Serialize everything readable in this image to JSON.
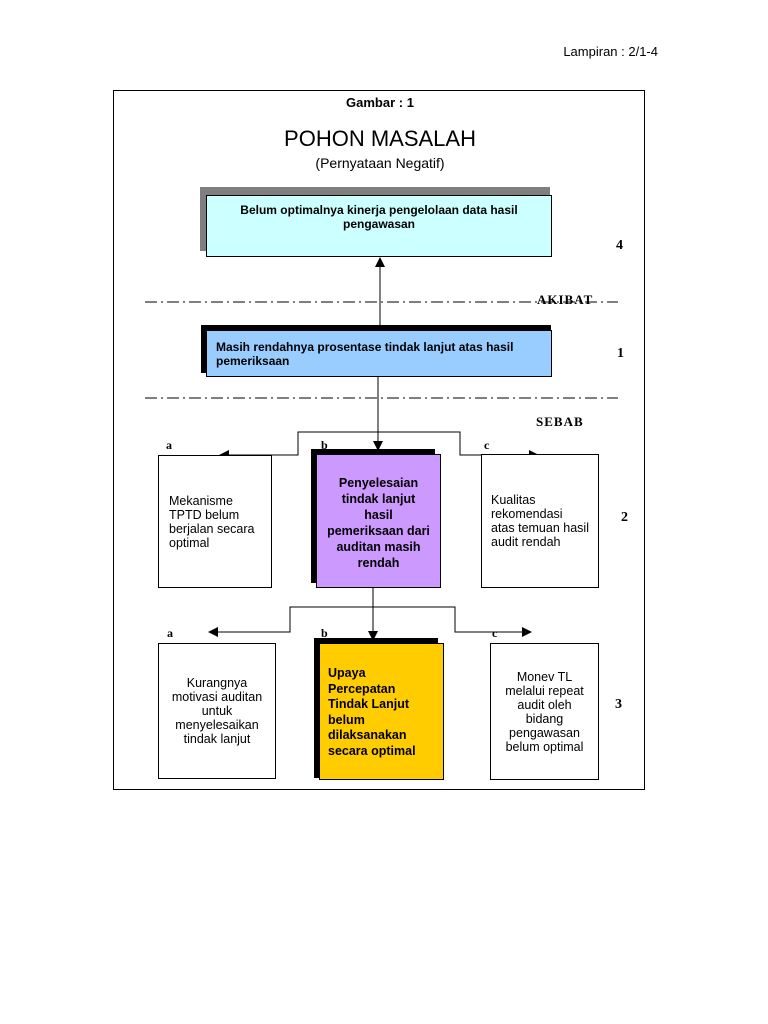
{
  "header": {
    "lampiran": "Lampiran : 2/1-4"
  },
  "figure": {
    "label": "Gambar : 1",
    "title": "POHON MASALAH",
    "subtitle": "(Pernyataan Negatif)"
  },
  "levels": {
    "akibat": "AKIBAT",
    "sebab": "SEBAB"
  },
  "boxes": {
    "top": {
      "text": "Belum optimalnya kinerja pengelolaan data hasil pengawasan",
      "number": "4",
      "fill": "#ccffff"
    },
    "core": {
      "text": "Masih rendahnya prosentase tindak lanjut atas hasil pemeriksaan",
      "number": "1",
      "fill": "#99ccff"
    },
    "row2": {
      "number": "2",
      "a": {
        "letter": "a",
        "text": "Mekanisme TPTD belum berjalan secara optimal"
      },
      "b": {
        "letter": "b",
        "text": "Penyelesaian tindak lanjut hasil pemeriksaan dari auditan masih rendah",
        "fill": "#cc99ff"
      },
      "c": {
        "letter": "c",
        "text": "Kualitas rekomendasi atas temuan hasil audit rendah"
      }
    },
    "row3": {
      "number": "3",
      "a": {
        "letter": "a",
        "text": "Kurangnya motivasi auditan untuk menyelesaikan tindak lanjut"
      },
      "b": {
        "letter": "b",
        "text": "Upaya Percepatan Tindak Lanjut belum dilaksanakan secara optimal",
        "fill": "#ffcc00"
      },
      "c": {
        "letter": "c",
        "text": "Monev TL melalui repeat audit oleh bidang pengawasan belum optimal"
      }
    }
  }
}
